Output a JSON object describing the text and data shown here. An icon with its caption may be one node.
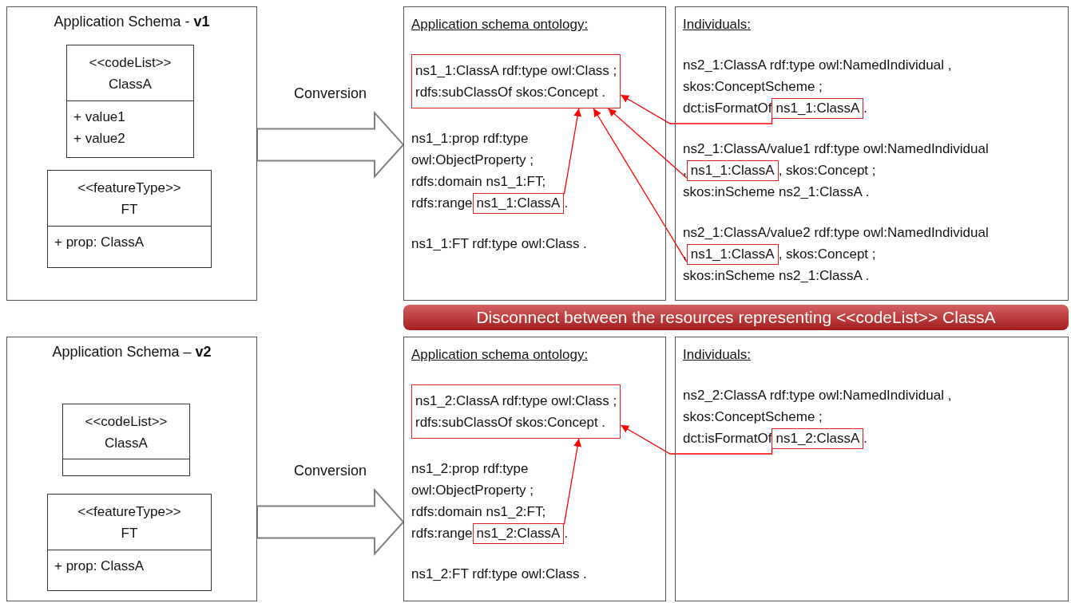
{
  "diagram": {
    "nodes": [
      {
        "text": [
          "Application Schema - **v1**"
        ]
      },
      {
        "text": [
          "<<codeList>> ClassA",
          "+ value1 + value2"
        ],
        "in": 0
      },
      {
        "text": [
          "<<featureType>> FT",
          "+ prop: ClassA"
        ],
        "in": 0
      },
      {
        "text": [
          "Application schema ontology:",
          "ns1_1:prop rdf:type owl:ObjectProperty ; rdfs:domain ns1_1:FT; rdfs:range",
          "ns1_1:FT rdf:type owl:Class ."
        ]
      },
      {
        "text": [
          "ns1_1:ClassA rdf:type owl:Class ; rdfs:subClassOf skos:Concept ."
        ],
        "in": 3
      },
      {
        "text": [
          "ns1_1:ClassA"
        ],
        "beside": [
          "."
        ],
        "in": 3
      },
      {
        "text": [
          "Individuals:",
          "ns2_1:ClassA rdf:type owl:NamedIndividual , skos:ConceptScheme ; dct:isFormatOf",
          "ns2_1:ClassA/value1 rdf:type owl:NamedIndividual ,",
          "ns2_1:ClassA/value2 rdf:type owl:NamedIndividual ,"
        ]
      },
      {
        "text": [
          "ns1_1:ClassA"
        ],
        "beside": [
          "."
        ],
        "in": 6
      },
      {
        "text": [
          "ns1_1:ClassA"
        ],
        "beside": [
          ", skos:Concept ; skos:inScheme ns2_1:ClassA ."
        ],
        "in": 6
      },
      {
        "text": [
          "ns1_1:ClassA"
        ],
        "beside": [
          ", skos:Concept ; skos:inScheme ns2_1:ClassA ."
        ],
        "in": 6
      },
      {
        "text": [
          "Disconnect between the resources representing <<codeList>> ClassA"
        ]
      },
      {
        "text": [
          "Application Schema – **v2**"
        ]
      },
      {
        "text": [
          "<<codeList>> ClassA"
        ],
        "in": 11
      },
      {
        "text": [
          "<<featureType>> FT",
          "+ prop: ClassA"
        ],
        "in": 11
      },
      {
        "text": [
          "Application schema ontology:",
          "ns1_2:prop rdf:type owl:ObjectProperty ; rdfs:domain ns1_2:FT; rdfs:range",
          "ns1_2:FT rdf:type owl:Class ."
        ]
      },
      {
        "text": [
          "ns1_2:ClassA rdf:type owl:Class ; rdfs:subClassOf skos:Concept ."
        ],
        "in": 14
      },
      {
        "text": [
          "ns1_2:ClassA"
        ],
        "beside": [
          "."
        ],
        "in": 14
      },
      {
        "text": [
          "Individuals:",
          "ns2_2:ClassA rdf:type owl:NamedIndividual , skos:ConceptScheme ; dct:isFormatOf"
        ]
      },
      {
        "text": [
          "ns1_2:ClassA"
        ],
        "beside": [
          "."
        ],
        "in": 17
      }
    ],
    "edges": [
      {
        "from": 0,
        "to": 3,
        "arrow": "to",
        "label": "Conversion",
        "style": "thick",
        "color": "#7f7f7f"
      },
      {
        "from": 5,
        "to": 4,
        "arrow": "to"
      },
      {
        "from": 7,
        "to": 4,
        "arrow": "to"
      },
      {
        "from": 8,
        "to": 4,
        "arrow": "to"
      },
      {
        "from": 9,
        "to": 4,
        "arrow": "to"
      },
      {
        "from": 11,
        "to": 14,
        "arrow": "to",
        "label": "Conversion",
        "style": "thick",
        "color": "#7f7f7f"
      },
      {
        "from": 16,
        "to": 15,
        "arrow": "to"
      },
      {
        "from": 18,
        "to": 15,
        "arrow": "to"
      }
    ]
  }
}
